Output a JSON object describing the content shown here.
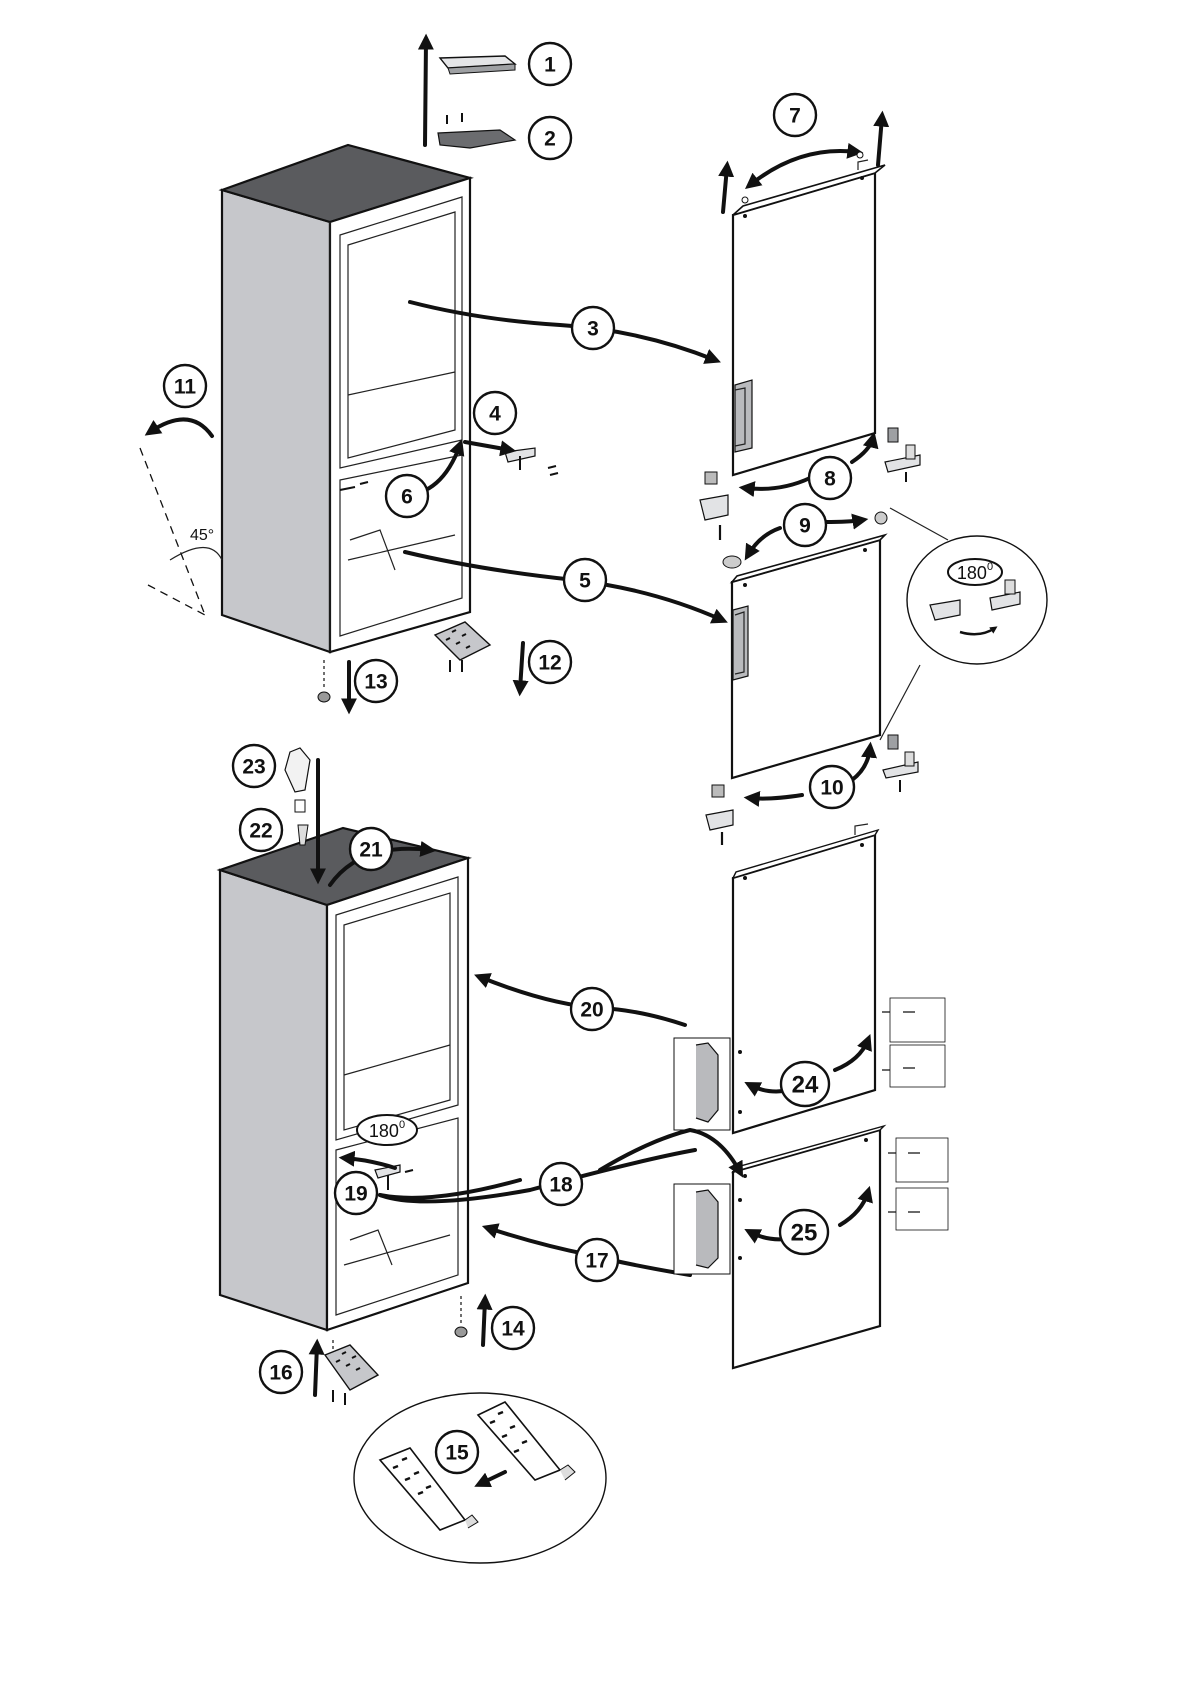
{
  "diagram": {
    "callouts": [
      "1",
      "2",
      "3",
      "4",
      "5",
      "6",
      "7",
      "8",
      "9",
      "10",
      "11",
      "12",
      "13",
      "14",
      "15",
      "16",
      "17",
      "18",
      "19",
      "20",
      "21",
      "22",
      "23",
      "24",
      "25"
    ],
    "angle_label": "45",
    "angle_unit": "°",
    "rotation_badge_top": {
      "value": "180",
      "unit": "0"
    },
    "rotation_badge_bottom": {
      "value": "180",
      "unit": "0"
    }
  },
  "colors": {
    "cabinet_side": "#c6c7cb",
    "cabinet_top": "#5a5b5e",
    "cabinet_front": "#ffffff",
    "ink": "#111111",
    "handle": "#b9babd"
  }
}
